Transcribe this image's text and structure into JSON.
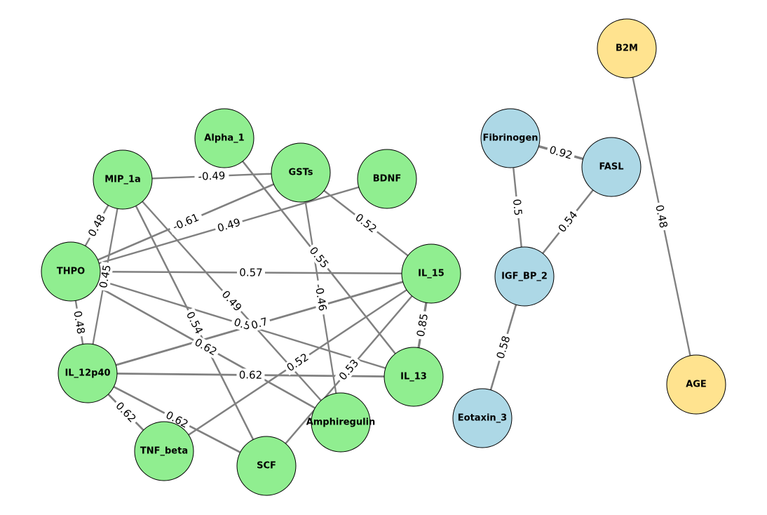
{
  "colors": {
    "green": "#90ee90",
    "blue": "#add8e6",
    "yellow": "#ffe38f",
    "edge": "#808080"
  },
  "nodes": [
    {
      "id": "Alpha_1",
      "label": "Alpha_1",
      "group": "green"
    },
    {
      "id": "MIP_1a",
      "label": "MIP_1a",
      "group": "green"
    },
    {
      "id": "GSTs",
      "label": "GSTs",
      "group": "green"
    },
    {
      "id": "BDNF",
      "label": "BDNF",
      "group": "green"
    },
    {
      "id": "THPO",
      "label": "THPO",
      "group": "green"
    },
    {
      "id": "IL_15",
      "label": "IL_15",
      "group": "green"
    },
    {
      "id": "IL_12p40",
      "label": "IL_12p40",
      "group": "green"
    },
    {
      "id": "IL_13",
      "label": "IL_13",
      "group": "green"
    },
    {
      "id": "Amphiregulin",
      "label": "Amphiregulin",
      "group": "green"
    },
    {
      "id": "TNF_beta",
      "label": "TNF_beta",
      "group": "green"
    },
    {
      "id": "SCF",
      "label": "SCF",
      "group": "green"
    },
    {
      "id": "Fibrinogen",
      "label": "Fibrinogen",
      "group": "blue"
    },
    {
      "id": "FASL",
      "label": "FASL",
      "group": "blue"
    },
    {
      "id": "IGF_BP_2",
      "label": "IGF_BP_2",
      "group": "blue"
    },
    {
      "id": "Eotaxin_3",
      "label": "Eotaxin_3",
      "group": "blue"
    },
    {
      "id": "B2M",
      "label": "B2M",
      "group": "yellow"
    },
    {
      "id": "AGE",
      "label": "AGE",
      "group": "yellow"
    }
  ],
  "edges": [
    {
      "source": "MIP_1a",
      "target": "GSTs",
      "weight": "-0.49",
      "w": 0.49
    },
    {
      "source": "MIP_1a",
      "target": "THPO",
      "weight": "0.48",
      "w": 0.48
    },
    {
      "source": "THPO",
      "target": "GSTs",
      "weight": "-0.61",
      "w": 0.61
    },
    {
      "source": "THPO",
      "target": "BDNF",
      "weight": "0.49",
      "w": 0.49
    },
    {
      "source": "GSTs",
      "target": "IL_15",
      "weight": "0.52",
      "w": 0.52
    },
    {
      "source": "Alpha_1",
      "target": "IL_13",
      "weight": "0.55",
      "w": 0.55
    },
    {
      "source": "GSTs",
      "target": "Amphiregulin",
      "weight": "-0.46",
      "w": 0.46
    },
    {
      "source": "THPO",
      "target": "IL_15",
      "weight": "0.57",
      "w": 0.57
    },
    {
      "source": "MIP_1a",
      "target": "IL_12p40",
      "weight": "0.45",
      "w": 0.45
    },
    {
      "source": "MIP_1a",
      "target": "Amphiregulin",
      "weight": "0.49",
      "w": 0.49
    },
    {
      "source": "THPO",
      "target": "IL_12p40",
      "weight": "0.48",
      "w": 0.48
    },
    {
      "source": "MIP_1a",
      "target": "SCF",
      "weight": "0.54",
      "w": 0.54
    },
    {
      "source": "THPO",
      "target": "IL_13",
      "weight": "0.5",
      "w": 0.5
    },
    {
      "source": "IL_12p40",
      "target": "IL_15",
      "weight": "0.7",
      "w": 0.7
    },
    {
      "source": "THPO",
      "target": "Amphiregulin",
      "weight": "0.62",
      "w": 0.62
    },
    {
      "source": "IL_15",
      "target": "IL_13",
      "weight": "0.85",
      "w": 0.85
    },
    {
      "source": "IL_12p40",
      "target": "IL_13",
      "weight": "0.62",
      "w": 0.62
    },
    {
      "source": "TNF_beta",
      "target": "IL_15",
      "weight": "0.52",
      "w": 0.52
    },
    {
      "source": "SCF",
      "target": "IL_15",
      "weight": "0.53",
      "w": 0.53
    },
    {
      "source": "IL_12p40",
      "target": "TNF_beta",
      "weight": "0.62",
      "w": 0.62
    },
    {
      "source": "IL_12p40",
      "target": "SCF",
      "weight": "0.62",
      "w": 0.62
    },
    {
      "source": "Fibrinogen",
      "target": "FASL",
      "weight": "0.92",
      "w": 0.92
    },
    {
      "source": "Fibrinogen",
      "target": "IGF_BP_2",
      "weight": "0.5",
      "w": 0.5
    },
    {
      "source": "FASL",
      "target": "IGF_BP_2",
      "weight": "0.54",
      "w": 0.54
    },
    {
      "source": "IGF_BP_2",
      "target": "Eotaxin_3",
      "weight": "0.58",
      "w": 0.58
    },
    {
      "source": "B2M",
      "target": "AGE",
      "weight": "0.48",
      "w": 0.48
    }
  ]
}
